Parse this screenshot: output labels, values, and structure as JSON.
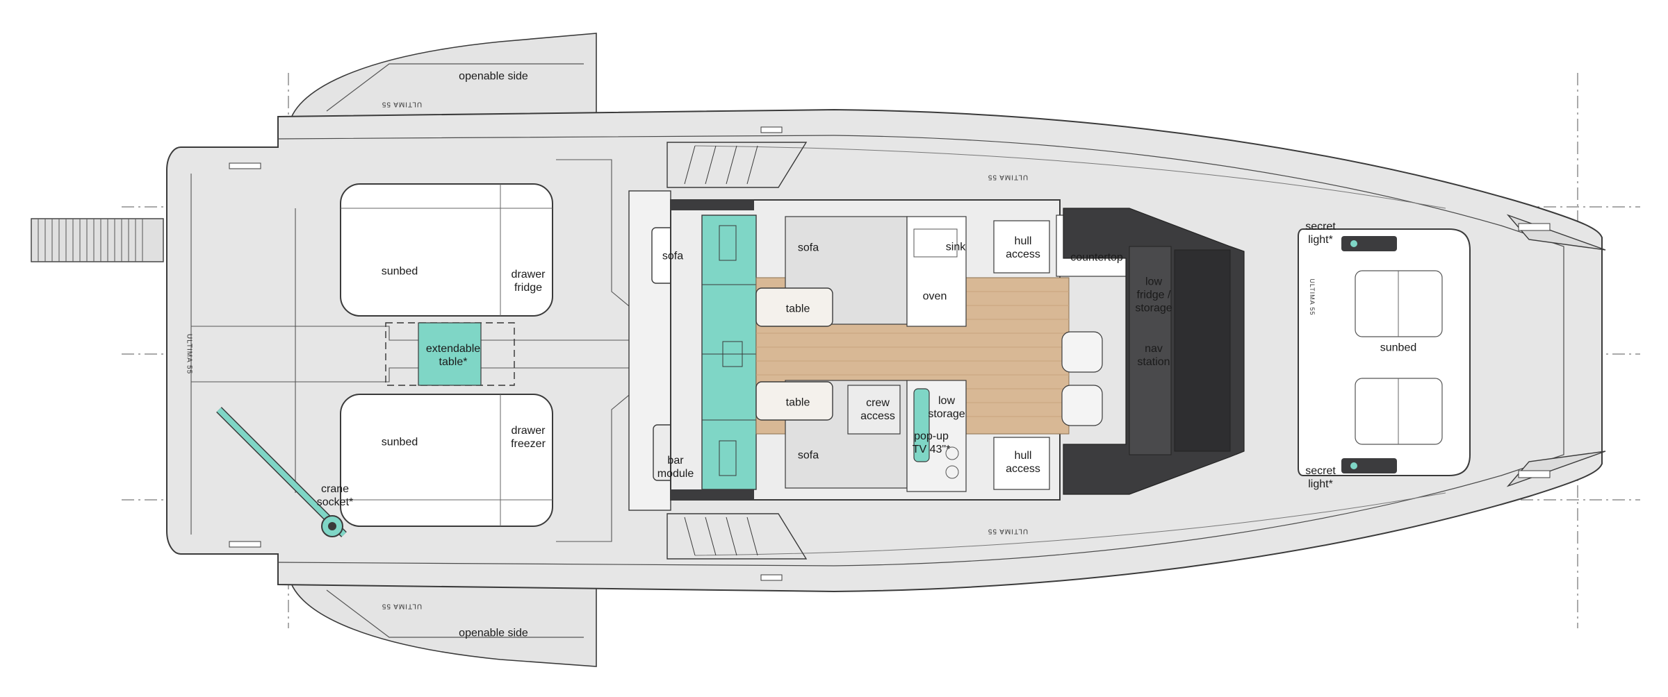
{
  "colors": {
    "deck": "#e6e6e6",
    "hull_outline": "#3a3a3a",
    "cushion": "#ffffff",
    "glass": "#7fd6c6",
    "teak": "#d8b895",
    "interior_floor": "#ededed",
    "dark_console": "#3c3c3e"
  },
  "labels": {
    "openable_side_top": "openable side",
    "openable_side_bottom": "openable side",
    "sunbed_aft_top": "sunbed",
    "sunbed_aft_bottom": "sunbed",
    "sunbed_bow": "sunbed",
    "drawer_fridge": "drawer\nfridge",
    "drawer_freezer": "drawer\nfreezer",
    "extendable_table": "extendable\ntable*",
    "crane_socket": "crane\nsocket*",
    "sofa_port_outside": "sofa",
    "bar_module": "bar\nmodule",
    "sofa_top": "sofa",
    "sofa_bottom": "sofa",
    "table_top": "table",
    "table_bottom": "table",
    "sink": "sink",
    "oven": "oven",
    "hull_access_top": "hull\naccess",
    "hull_access_bottom": "hull\naccess",
    "countertop": "countertop",
    "low_fridge_storage": "low\nfridge /\nstorage",
    "nav_station": "nav\nstation",
    "crew_access": "crew\naccess",
    "low_storage": "low\nstorage",
    "popup_tv": "pop-up\nTV 43\"*",
    "secret_light_top": "secret\nlight*",
    "secret_light_bottom": "secret\nlight*"
  },
  "hull_marks": {
    "mark_1": "ULTIMA 55",
    "mark_2": "ULTIMA 55",
    "mark_3": "ULTIMA 55",
    "mark_4": "ULTIMA 55",
    "mark_5": "ULTIMA 55",
    "mark_6": "ULTIMA 55"
  }
}
